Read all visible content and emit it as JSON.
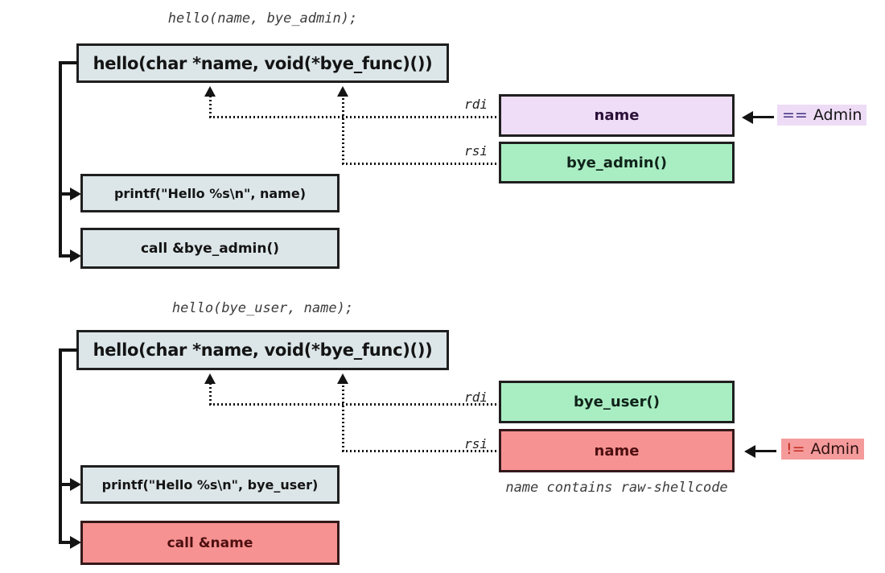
{
  "colors": {
    "box_fill_gray": "#dce6e8",
    "box_fill_purple": "#efddf7",
    "box_fill_green": "#a9eec3",
    "box_fill_red": "#f79292",
    "highlight_equals": "#eedcf6",
    "highlight_not_equals": "#f59b9b",
    "border_dark": "#1f1f1f"
  },
  "top_flow": {
    "caption": "hello(name, bye_admin);",
    "signature": "hello(char *name, void(*bye_func)())",
    "printf_line": "printf(\"Hello %s\\n\", name)",
    "call_line": "call &bye_admin()",
    "rdi_label": "rdi",
    "rsi_label": "rsi",
    "rdi_value": "name",
    "rsi_value": "bye_admin()",
    "annotation_op": "==",
    "annotation_word": "Admin"
  },
  "bottom_flow": {
    "caption": "hello(bye_user, name);",
    "signature": "hello(char *name, void(*bye_func)())",
    "printf_line": "printf(\"Hello %s\\n\", bye_user)",
    "call_line": "call &name",
    "rdi_label": "rdi",
    "rsi_label": "rsi",
    "rdi_value": "bye_user()",
    "rsi_value": "name",
    "annotation_op": "!=",
    "annotation_word": "Admin",
    "note": "name contains raw-shellcode"
  }
}
